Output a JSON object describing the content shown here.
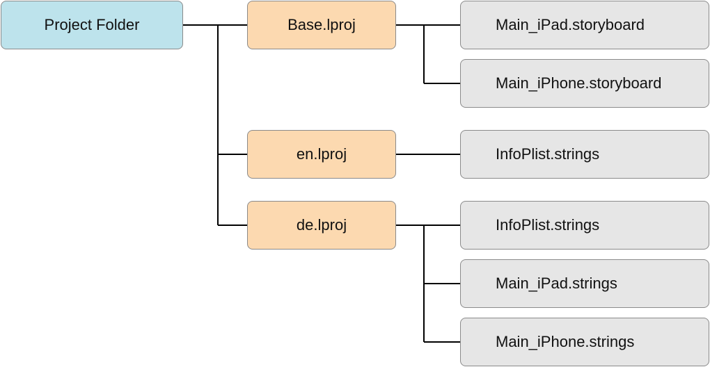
{
  "diagram": {
    "root": {
      "label": "Project Folder",
      "color": "#bde3ec"
    },
    "folders": [
      {
        "label": "Base.lproj",
        "files": [
          "Main_iPad.storyboard",
          "Main_iPhone.storyboard"
        ]
      },
      {
        "label": "en.lproj",
        "files": [
          "InfoPlist.strings"
        ]
      },
      {
        "label": "de.lproj",
        "files": [
          "InfoPlist.strings",
          "Main_iPad.strings",
          "Main_iPhone.strings"
        ]
      }
    ],
    "colors": {
      "folder": "#fcd9b0",
      "file": "#e6e6e6",
      "connector": "#000000",
      "border": "#8a8a8a"
    }
  }
}
